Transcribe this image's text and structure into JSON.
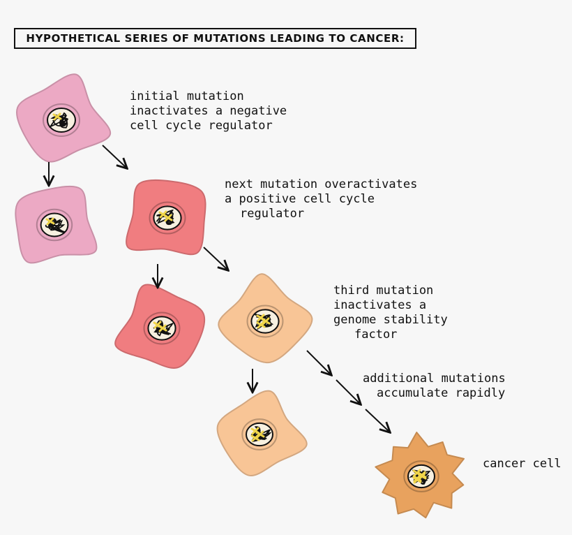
{
  "title": "HYPOTHETICAL SERIES OF MUTATIONS LEADING TO CANCER:",
  "labels": {
    "initial": [
      "initial mutation",
      "inactivates a negative",
      "cell cycle regulator"
    ],
    "next": [
      "next mutation overactivates",
      "a positive cell cycle",
      "regulator"
    ],
    "third": [
      "third mutation",
      "inactivates a",
      "genome stability",
      "factor"
    ],
    "additional": [
      "additional mutations",
      "accumulate rapidly"
    ],
    "cancer": [
      "cancer cell"
    ]
  },
  "colors": {
    "pink": "#eca9c4",
    "red": "#f07d80",
    "peach": "#f8c596",
    "orange": "#e8a25e",
    "ink": "#111111",
    "marker": "#f0d54a"
  }
}
